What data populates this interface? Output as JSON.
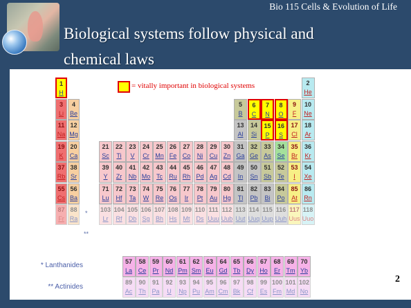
{
  "header": {
    "course": "Bio 115 Cells & Evolution of Life",
    "title_line1": "Biological systems follow physical and",
    "title_line2": "chemical laws"
  },
  "legend": {
    "text": "= vitally important in biological systems"
  },
  "series_labels": {
    "lanthanides": "Lanthanides",
    "actinides": "Actinides",
    "lanthanide_marker": "*",
    "actinide_marker": "**"
  },
  "page_number": "2",
  "colors": {
    "frame": "#2c4a6c",
    "vital_border": "#e00000",
    "alkali": "#ef6f70",
    "alkaline_earth": "#f7cfa0",
    "transition": "#f7c8cc",
    "post_transition": "#c4c4c4",
    "metalloid": "#c7c99a",
    "nonmetal": "#a4e09b",
    "halogen": "#f7ef86",
    "noble_gas": "#b8eaf0",
    "lanthanide": "#f6b2e8",
    "actinide": "#f0c1ee",
    "hydrogen": "#ffff66",
    "vital_fill": "#ffff00"
  },
  "elements": [
    {
      "n": "1",
      "s": "H",
      "c": "vital_fill",
      "r": 1,
      "g": 1,
      "v": true
    },
    {
      "n": "2",
      "s": "He",
      "c": "noble_gas",
      "r": 1,
      "g": 18
    },
    {
      "n": "3",
      "s": "Li",
      "c": "alkali",
      "r": 2,
      "g": 1
    },
    {
      "n": "4",
      "s": "Be",
      "c": "alkaline_earth",
      "r": 2,
      "g": 2
    },
    {
      "n": "5",
      "s": "B",
      "c": "metalloid",
      "r": 2,
      "g": 13
    },
    {
      "n": "6",
      "s": "C",
      "c": "vital_fill",
      "r": 2,
      "g": 14,
      "v": true
    },
    {
      "n": "7",
      "s": "N",
      "c": "vital_fill",
      "r": 2,
      "g": 15,
      "v": true
    },
    {
      "n": "8",
      "s": "O",
      "c": "vital_fill",
      "r": 2,
      "g": 16,
      "v": true
    },
    {
      "n": "9",
      "s": "F",
      "c": "halogen",
      "r": 2,
      "g": 17
    },
    {
      "n": "10",
      "s": "Ne",
      "c": "noble_gas",
      "r": 2,
      "g": 18
    },
    {
      "n": "11",
      "s": "Na",
      "c": "alkali",
      "r": 3,
      "g": 1
    },
    {
      "n": "12",
      "s": "Mg",
      "c": "alkaline_earth",
      "r": 3,
      "g": 2
    },
    {
      "n": "13",
      "s": "Al",
      "c": "post_transition",
      "r": 3,
      "g": 13
    },
    {
      "n": "14",
      "s": "Si",
      "c": "metalloid",
      "r": 3,
      "g": 14
    },
    {
      "n": "15",
      "s": "P",
      "c": "vital_fill",
      "r": 3,
      "g": 15,
      "v": true
    },
    {
      "n": "16",
      "s": "S",
      "c": "vital_fill",
      "r": 3,
      "g": 16,
      "v": true
    },
    {
      "n": "17",
      "s": "Cl",
      "c": "halogen",
      "r": 3,
      "g": 17
    },
    {
      "n": "18",
      "s": "Ar",
      "c": "noble_gas",
      "r": 3,
      "g": 18
    },
    {
      "n": "19",
      "s": "K",
      "c": "alkali",
      "r": 4,
      "g": 1
    },
    {
      "n": "20",
      "s": "Ca",
      "c": "alkaline_earth",
      "r": 4,
      "g": 2
    },
    {
      "n": "21",
      "s": "Sc",
      "c": "transition",
      "r": 4,
      "g": 3
    },
    {
      "n": "22",
      "s": "Ti",
      "c": "transition",
      "r": 4,
      "g": 4
    },
    {
      "n": "23",
      "s": "V",
      "c": "transition",
      "r": 4,
      "g": 5
    },
    {
      "n": "24",
      "s": "Cr",
      "c": "transition",
      "r": 4,
      "g": 6
    },
    {
      "n": "25",
      "s": "Mn",
      "c": "transition",
      "r": 4,
      "g": 7
    },
    {
      "n": "26",
      "s": "Fe",
      "c": "transition",
      "r": 4,
      "g": 8
    },
    {
      "n": "27",
      "s": "Co",
      "c": "transition",
      "r": 4,
      "g": 9
    },
    {
      "n": "28",
      "s": "Ni",
      "c": "transition",
      "r": 4,
      "g": 10
    },
    {
      "n": "29",
      "s": "Cu",
      "c": "transition",
      "r": 4,
      "g": 11
    },
    {
      "n": "30",
      "s": "Zn",
      "c": "transition",
      "r": 4,
      "g": 12
    },
    {
      "n": "31",
      "s": "Ga",
      "c": "post_transition",
      "r": 4,
      "g": 13
    },
    {
      "n": "32",
      "s": "Ge",
      "c": "metalloid",
      "r": 4,
      "g": 14
    },
    {
      "n": "33",
      "s": "As",
      "c": "metalloid",
      "r": 4,
      "g": 15
    },
    {
      "n": "34",
      "s": "Se",
      "c": "nonmetal",
      "r": 4,
      "g": 16
    },
    {
      "n": "35",
      "s": "Br",
      "c": "halogen",
      "r": 4,
      "g": 17
    },
    {
      "n": "36",
      "s": "Kr",
      "c": "noble_gas",
      "r": 4,
      "g": 18
    },
    {
      "n": "37",
      "s": "Rb",
      "c": "alkali",
      "r": 5,
      "g": 1
    },
    {
      "n": "38",
      "s": "Sr",
      "c": "alkaline_earth",
      "r": 5,
      "g": 2
    },
    {
      "n": "39",
      "s": "Y",
      "c": "transition",
      "r": 5,
      "g": 3
    },
    {
      "n": "40",
      "s": "Zr",
      "c": "transition",
      "r": 5,
      "g": 4
    },
    {
      "n": "41",
      "s": "Nb",
      "c": "transition",
      "r": 5,
      "g": 5
    },
    {
      "n": "42",
      "s": "Mo",
      "c": "transition",
      "r": 5,
      "g": 6
    },
    {
      "n": "43",
      "s": "Tc",
      "c": "transition",
      "r": 5,
      "g": 7
    },
    {
      "n": "44",
      "s": "Ru",
      "c": "transition",
      "r": 5,
      "g": 8
    },
    {
      "n": "45",
      "s": "Rh",
      "c": "transition",
      "r": 5,
      "g": 9
    },
    {
      "n": "46",
      "s": "Pd",
      "c": "transition",
      "r": 5,
      "g": 10
    },
    {
      "n": "47",
      "s": "Ag",
      "c": "transition",
      "r": 5,
      "g": 11
    },
    {
      "n": "48",
      "s": "Cd",
      "c": "transition",
      "r": 5,
      "g": 12
    },
    {
      "n": "49",
      "s": "In",
      "c": "post_transition",
      "r": 5,
      "g": 13
    },
    {
      "n": "50",
      "s": "Sn",
      "c": "post_transition",
      "r": 5,
      "g": 14
    },
    {
      "n": "51",
      "s": "Sb",
      "c": "metalloid",
      "r": 5,
      "g": 15
    },
    {
      "n": "52",
      "s": "Te",
      "c": "metalloid",
      "r": 5,
      "g": 16
    },
    {
      "n": "53",
      "s": "I",
      "c": "halogen",
      "r": 5,
      "g": 17
    },
    {
      "n": "54",
      "s": "Xe",
      "c": "noble_gas",
      "r": 5,
      "g": 18
    },
    {
      "n": "55",
      "s": "Cs",
      "c": "alkali",
      "r": 6,
      "g": 1
    },
    {
      "n": "56",
      "s": "Ba",
      "c": "alkaline_earth",
      "r": 6,
      "g": 2
    },
    {
      "n": "71",
      "s": "Lu",
      "c": "transition",
      "r": 6,
      "g": 3
    },
    {
      "n": "72",
      "s": "Hf",
      "c": "transition",
      "r": 6,
      "g": 4
    },
    {
      "n": "73",
      "s": "Ta",
      "c": "transition",
      "r": 6,
      "g": 5
    },
    {
      "n": "74",
      "s": "W",
      "c": "transition",
      "r": 6,
      "g": 6
    },
    {
      "n": "75",
      "s": "Re",
      "c": "transition",
      "r": 6,
      "g": 7
    },
    {
      "n": "76",
      "s": "Os",
      "c": "transition",
      "r": 6,
      "g": 8
    },
    {
      "n": "77",
      "s": "Ir",
      "c": "transition",
      "r": 6,
      "g": 9
    },
    {
      "n": "78",
      "s": "Pt",
      "c": "transition",
      "r": 6,
      "g": 10
    },
    {
      "n": "79",
      "s": "Au",
      "c": "transition",
      "r": 6,
      "g": 11
    },
    {
      "n": "80",
      "s": "Hg",
      "c": "transition",
      "r": 6,
      "g": 12
    },
    {
      "n": "81",
      "s": "Tl",
      "c": "post_transition",
      "r": 6,
      "g": 13
    },
    {
      "n": "82",
      "s": "Pb",
      "c": "post_transition",
      "r": 6,
      "g": 14
    },
    {
      "n": "83",
      "s": "Bi",
      "c": "post_transition",
      "r": 6,
      "g": 15
    },
    {
      "n": "84",
      "s": "Po",
      "c": "metalloid",
      "r": 6,
      "g": 16
    },
    {
      "n": "85",
      "s": "At",
      "c": "halogen",
      "r": 6,
      "g": 17
    },
    {
      "n": "86",
      "s": "Rn",
      "c": "noble_gas",
      "r": 6,
      "g": 18
    },
    {
      "n": "87",
      "s": "Fr",
      "c": "alkali",
      "r": 7,
      "g": 1,
      "d": true
    },
    {
      "n": "88",
      "s": "Ra",
      "c": "alkaline_earth",
      "r": 7,
      "g": 2,
      "d": true
    },
    {
      "n": "103",
      "s": "Lr",
      "c": "transition",
      "r": 7,
      "g": 3,
      "d": true
    },
    {
      "n": "104",
      "s": "Rf",
      "c": "transition",
      "r": 7,
      "g": 4,
      "d": true
    },
    {
      "n": "105",
      "s": "Db",
      "c": "transition",
      "r": 7,
      "g": 5,
      "d": true
    },
    {
      "n": "106",
      "s": "Sg",
      "c": "transition",
      "r": 7,
      "g": 6,
      "d": true
    },
    {
      "n": "107",
      "s": "Bh",
      "c": "transition",
      "r": 7,
      "g": 7,
      "d": true
    },
    {
      "n": "108",
      "s": "Hs",
      "c": "transition",
      "r": 7,
      "g": 8,
      "d": true
    },
    {
      "n": "109",
      "s": "Mt",
      "c": "transition",
      "r": 7,
      "g": 9,
      "d": true
    },
    {
      "n": "110",
      "s": "Ds",
      "c": "transition",
      "r": 7,
      "g": 10,
      "d": true
    },
    {
      "n": "111",
      "s": "Uuu",
      "c": "transition",
      "r": 7,
      "g": 11,
      "d": true
    },
    {
      "n": "112",
      "s": "Uub",
      "c": "transition",
      "r": 7,
      "g": 12,
      "d": true
    },
    {
      "n": "113",
      "s": "Uut",
      "c": "post_transition",
      "r": 7,
      "g": 13,
      "d": true
    },
    {
      "n": "114",
      "s": "Uuq",
      "c": "post_transition",
      "r": 7,
      "g": 14,
      "d": true
    },
    {
      "n": "115",
      "s": "Uup",
      "c": "post_transition",
      "r": 7,
      "g": 15,
      "d": true
    },
    {
      "n": "116",
      "s": "Uuh",
      "c": "post_transition",
      "r": 7,
      "g": 16,
      "d": true
    },
    {
      "n": "117",
      "s": "Uus",
      "c": "halogen",
      "r": 7,
      "g": 17,
      "d": true,
      "nl": true
    },
    {
      "n": "118",
      "s": "Uuo",
      "c": "noble_gas",
      "r": 7,
      "g": 18,
      "d": true,
      "nl": true
    },
    {
      "n": "57",
      "s": "La",
      "c": "lanthanide",
      "r": 9,
      "g": 4
    },
    {
      "n": "58",
      "s": "Ce",
      "c": "lanthanide",
      "r": 9,
      "g": 5
    },
    {
      "n": "59",
      "s": "Pr",
      "c": "lanthanide",
      "r": 9,
      "g": 6
    },
    {
      "n": "60",
      "s": "Nd",
      "c": "lanthanide",
      "r": 9,
      "g": 7
    },
    {
      "n": "61",
      "s": "Pm",
      "c": "lanthanide",
      "r": 9,
      "g": 8
    },
    {
      "n": "62",
      "s": "Sm",
      "c": "lanthanide",
      "r": 9,
      "g": 9
    },
    {
      "n": "63",
      "s": "Eu",
      "c": "lanthanide",
      "r": 9,
      "g": 10
    },
    {
      "n": "64",
      "s": "Gd",
      "c": "lanthanide",
      "r": 9,
      "g": 11
    },
    {
      "n": "65",
      "s": "Tb",
      "c": "lanthanide",
      "r": 9,
      "g": 12
    },
    {
      "n": "66",
      "s": "Dy",
      "c": "lanthanide",
      "r": 9,
      "g": 13
    },
    {
      "n": "67",
      "s": "Ho",
      "c": "lanthanide",
      "r": 9,
      "g": 14
    },
    {
      "n": "68",
      "s": "Er",
      "c": "lanthanide",
      "r": 9,
      "g": 15
    },
    {
      "n": "69",
      "s": "Tm",
      "c": "lanthanide",
      "r": 9,
      "g": 16
    },
    {
      "n": "70",
      "s": "Yb",
      "c": "lanthanide",
      "r": 9,
      "g": 17
    },
    {
      "n": "89",
      "s": "Ac",
      "c": "actinide",
      "r": 10,
      "g": 4,
      "d": true
    },
    {
      "n": "90",
      "s": "Th",
      "c": "actinide",
      "r": 10,
      "g": 5,
      "d": true
    },
    {
      "n": "91",
      "s": "Pa",
      "c": "actinide",
      "r": 10,
      "g": 6,
      "d": true
    },
    {
      "n": "92",
      "s": "U",
      "c": "actinide",
      "r": 10,
      "g": 7,
      "d": true
    },
    {
      "n": "93",
      "s": "Np",
      "c": "actinide",
      "r": 10,
      "g": 8,
      "d": true
    },
    {
      "n": "94",
      "s": "Pu",
      "c": "actinide",
      "r": 10,
      "g": 9,
      "d": true
    },
    {
      "n": "95",
      "s": "Am",
      "c": "actinide",
      "r": 10,
      "g": 10,
      "d": true
    },
    {
      "n": "96",
      "s": "Cm",
      "c": "actinide",
      "r": 10,
      "g": 11,
      "d": true
    },
    {
      "n": "97",
      "s": "Bk",
      "c": "actinide",
      "r": 10,
      "g": 12,
      "d": true
    },
    {
      "n": "98",
      "s": "Cf",
      "c": "actinide",
      "r": 10,
      "g": 13,
      "d": true
    },
    {
      "n": "99",
      "s": "Es",
      "c": "actinide",
      "r": 10,
      "g": 14,
      "d": true
    },
    {
      "n": "100",
      "s": "Fm",
      "c": "actinide",
      "r": 10,
      "g": 15,
      "d": true
    },
    {
      "n": "101",
      "s": "Md",
      "c": "actinide",
      "r": 10,
      "g": 16,
      "d": true
    },
    {
      "n": "102",
      "s": "No",
      "c": "actinide",
      "r": 10,
      "g": 17,
      "d": true
    }
  ]
}
